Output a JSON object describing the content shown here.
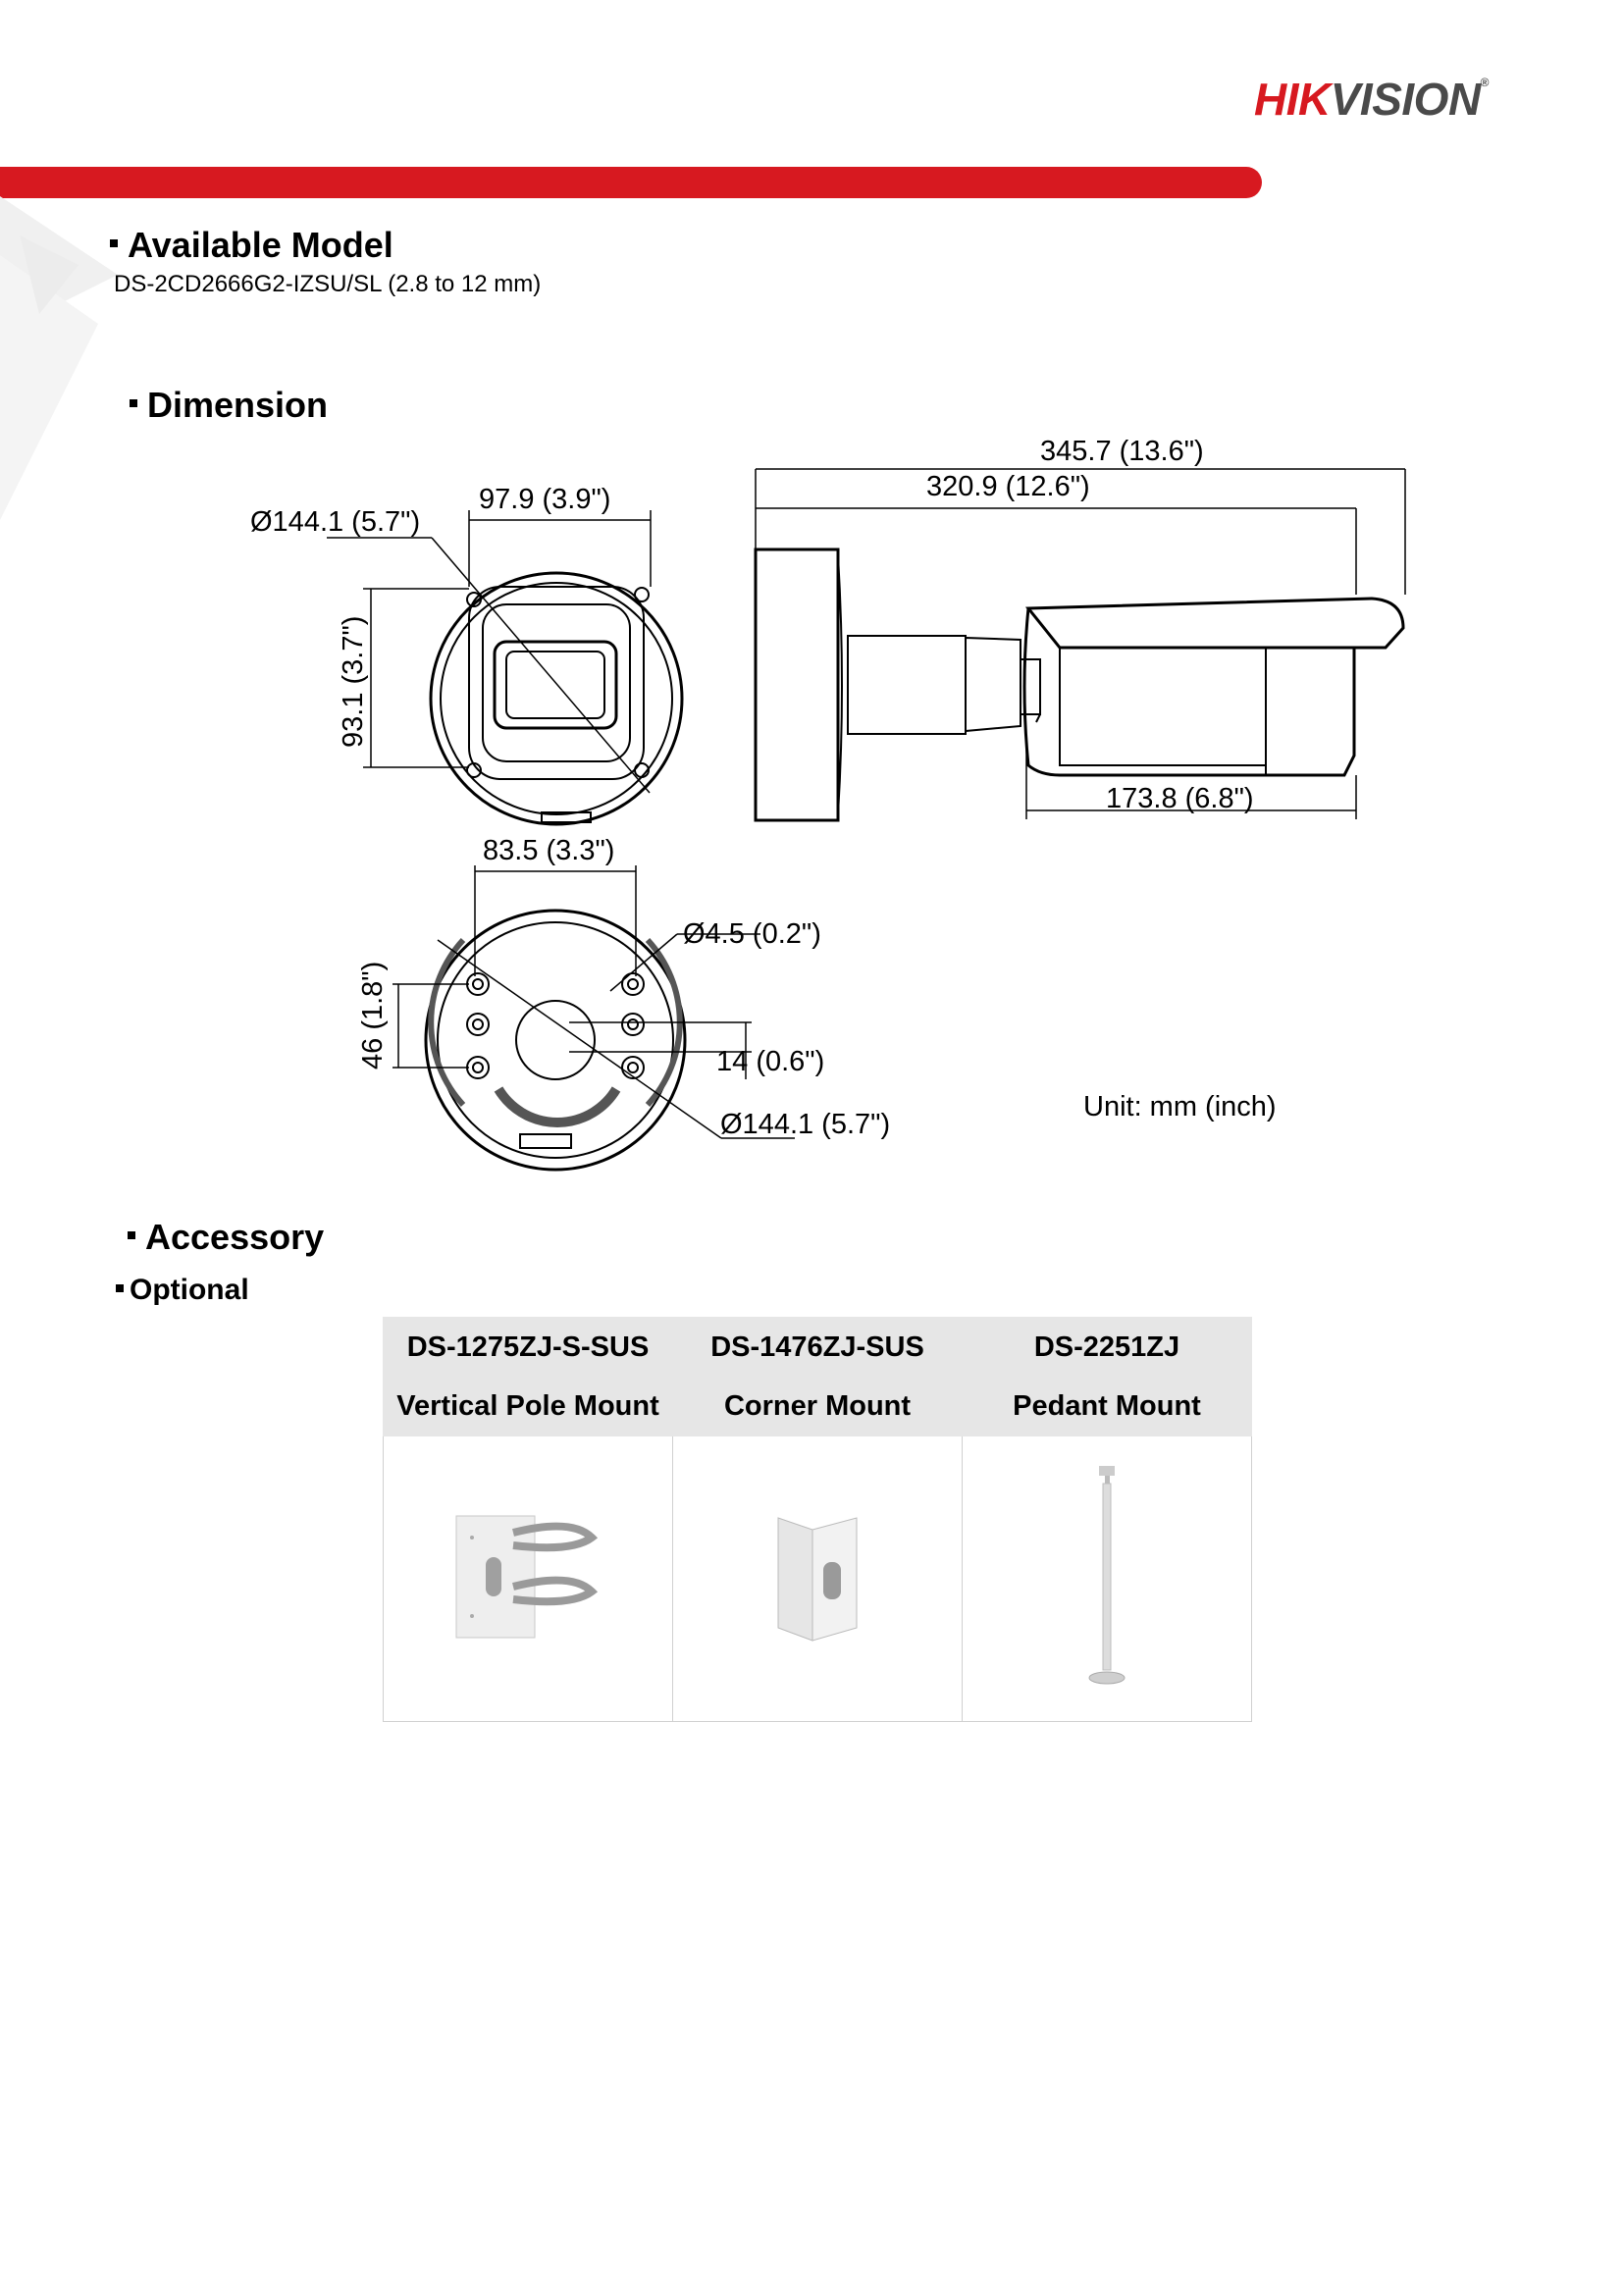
{
  "brand": {
    "logo_hik": "HIK",
    "logo_vision": "VISION",
    "reg": "®"
  },
  "available_model": {
    "heading": "Available Model",
    "model": "DS-2CD2666G2-IZSU/SL (2.8 to 12 mm)"
  },
  "dimension": {
    "heading": "Dimension",
    "labels": {
      "diameter_front": "Ø144.1 (5.7\")",
      "width_front": "97.9 (3.9\")",
      "height_front": "93.1 (3.7\")",
      "total_length": "345.7 (13.6\")",
      "length_320": "320.9 (12.6\")",
      "length_173": "173.8 (6.8\")",
      "base_width": "83.5 (3.3\")",
      "hole_diameter": "Ø4.5 (0.2\")",
      "base_height": "46 (1.8\")",
      "offset": "14 (0.6\")",
      "diameter_base": "Ø144.1 (5.7\")",
      "unit": "Unit: mm (inch)"
    }
  },
  "accessory": {
    "heading": "Accessory",
    "subheading": "Optional",
    "items": [
      {
        "model": "DS-1275ZJ-S-SUS",
        "name": "Vertical Pole Mount",
        "icon": "vertical-pole-mount-image"
      },
      {
        "model": "DS-1476ZJ-SUS",
        "name": "Corner Mount",
        "icon": "corner-mount-image"
      },
      {
        "model": "DS-2251ZJ",
        "name": "Pedant Mount",
        "icon": "pendant-mount-image"
      }
    ]
  }
}
